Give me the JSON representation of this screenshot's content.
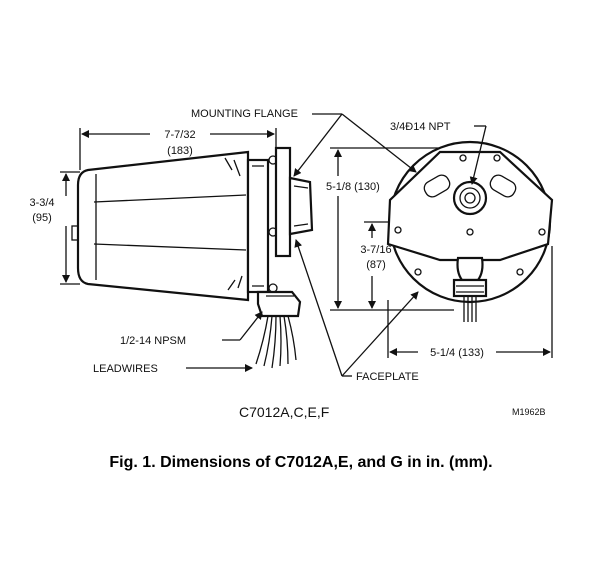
{
  "labels": {
    "mounting_flange": "MOUNTING FLANGE",
    "npt_top": "3/4Ð14 NPT",
    "length_in": "7-7/32",
    "length_mm": "(183)",
    "height_in": "3-3/4",
    "height_mm": "(95)",
    "npsm": "1/2-14 NPSM",
    "leadwires": "LEADWIRES",
    "faceplate": "FACEPLATE",
    "dim_height_total": "5-1/8 (130)",
    "dim_center_in": "3-7/16",
    "dim_center_mm": "(87)",
    "dim_width": "5-1/4 (133)",
    "models": "C7012A,C,E,F",
    "drawing_id": "M1962B"
  },
  "caption": "Fig. 1. Dimensions of C7012A,E, and G in in. (mm)."
}
